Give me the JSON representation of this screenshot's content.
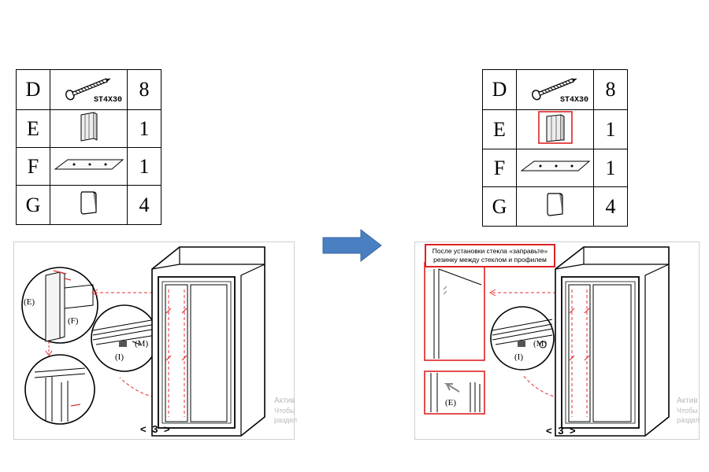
{
  "parts": [
    {
      "letter": "D",
      "qty": "8",
      "label": "ST4X30",
      "icon": "screw-icon"
    },
    {
      "letter": "E",
      "qty": "1",
      "icon": "seal-profile-icon"
    },
    {
      "letter": "F",
      "qty": "1",
      "icon": "plate-icon"
    },
    {
      "letter": "G",
      "qty": "4",
      "icon": "cap-icon"
    }
  ],
  "left_figure": {
    "callout_e": "(E)",
    "callout_f": "(F)",
    "callout_i": "(I)",
    "callout_m": "(M)",
    "page": "< 3 >",
    "watermark": [
      "Актив",
      "Чтобы",
      "раздел"
    ]
  },
  "right_figure": {
    "note": "После установки стекла «заправьте» резинку между стеклом и профилем",
    "callout_e": "(E)",
    "callout_i": "(I)",
    "callout_m": "(M)",
    "page": "< 3 >",
    "watermark": [
      "Актив",
      "Чтобы",
      "раздел"
    ]
  },
  "colors": {
    "highlight": "#dd2222",
    "arrow": "#4a7fc1",
    "dashed": "#e03030"
  }
}
